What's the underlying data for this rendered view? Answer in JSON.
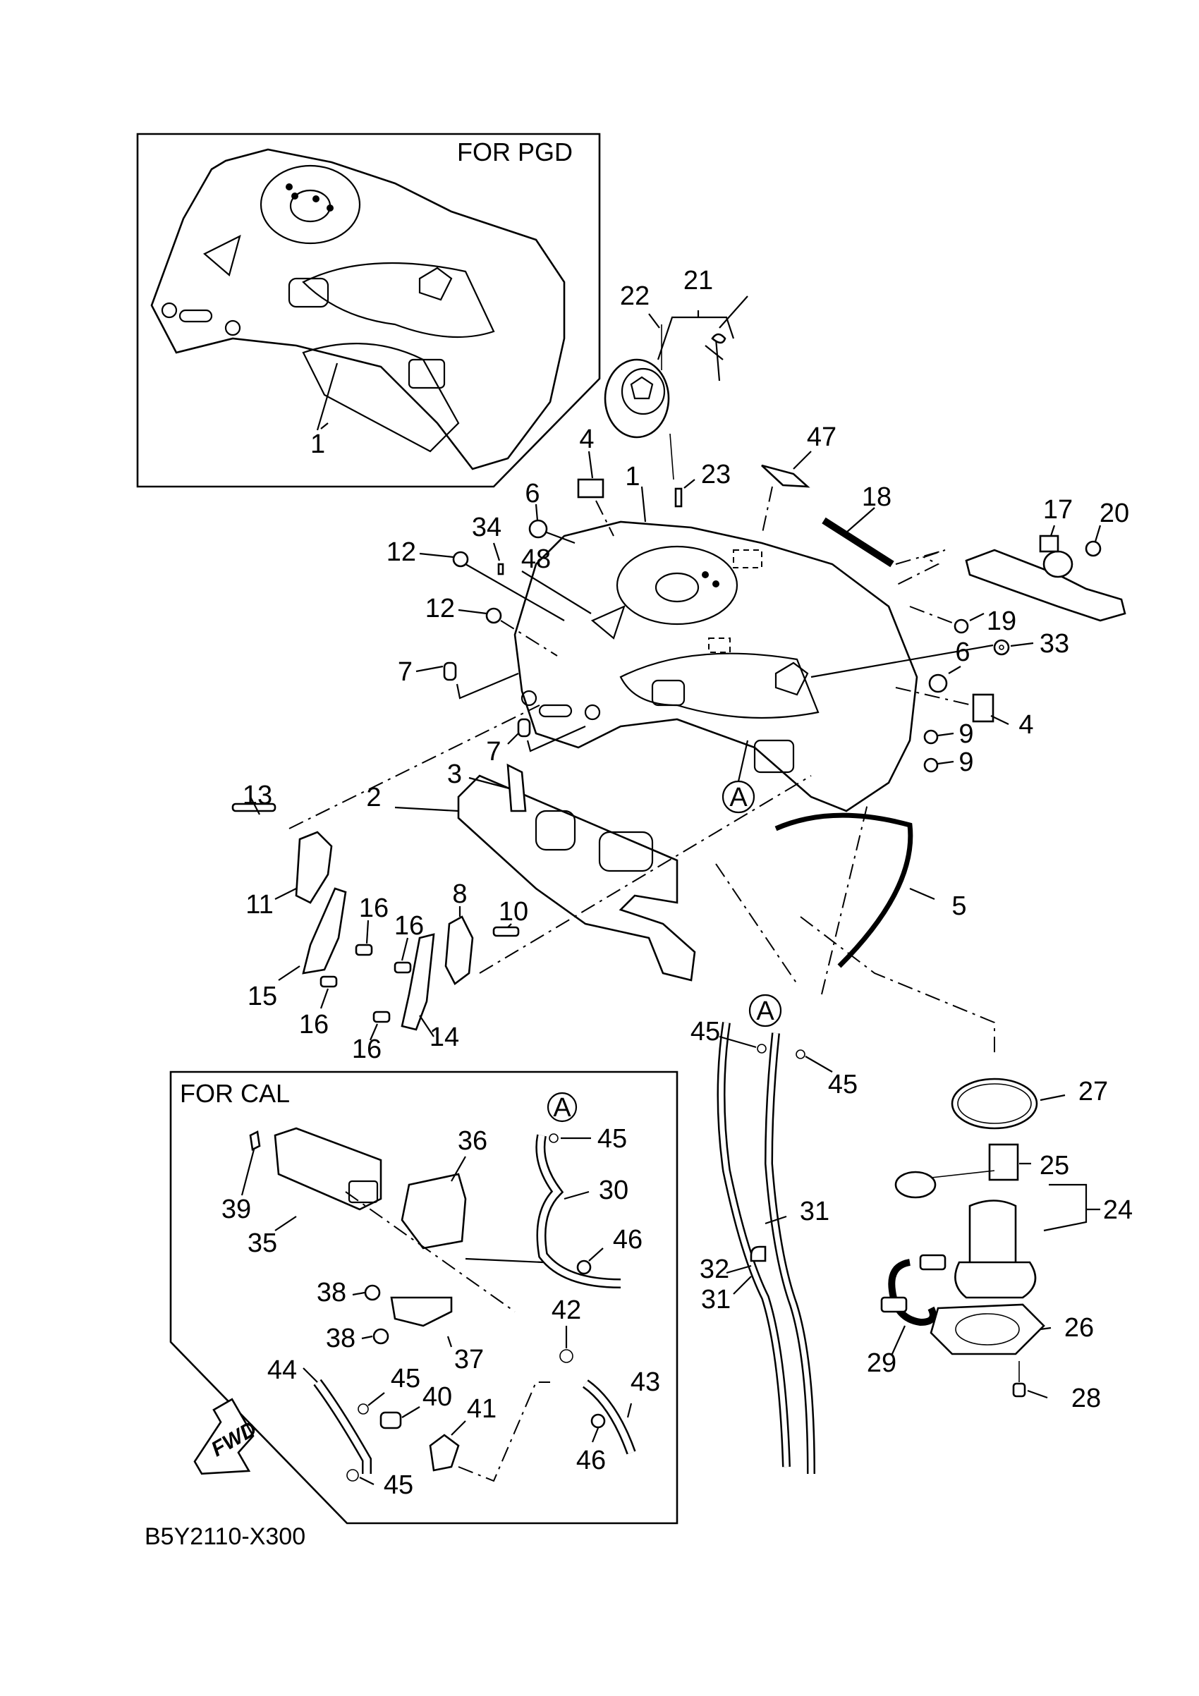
{
  "diagram": {
    "drawing_code": "B5Y2110-X300",
    "insets": {
      "pgd_title": "FOR PGD",
      "cal_title": "FOR CAL"
    },
    "direction_arrow": "FWD",
    "connector_marker": "A",
    "callouts": {
      "pgd_1": "1",
      "c1": "1",
      "c2": "2",
      "c3": "3",
      "c4a": "4",
      "c4b": "4",
      "c5": "5",
      "c6a": "6",
      "c6b": "6",
      "c7a": "7",
      "c7b": "7",
      "c8": "8",
      "c9a": "9",
      "c9b": "9",
      "c10": "10",
      "c11": "11",
      "c12a": "12",
      "c12b": "12",
      "c13": "13",
      "c14": "14",
      "c15": "15",
      "c16a": "16",
      "c16b": "16",
      "c16c": "16",
      "c16d": "16",
      "c17": "17",
      "c18": "18",
      "c19": "19",
      "c20": "20",
      "c21": "21",
      "c22": "22",
      "c23": "23",
      "c24": "24",
      "c25": "25",
      "c26": "26",
      "c27": "27",
      "c28": "28",
      "c29": "29",
      "c31a": "31",
      "c31b": "31",
      "c32": "32",
      "c33": "33",
      "c34": "34",
      "c45a": "45",
      "c45b": "45",
      "c47": "47",
      "c48": "48",
      "cal_30": "30",
      "cal_35": "35",
      "cal_36": "36",
      "cal_37": "37",
      "cal_38a": "38",
      "cal_38b": "38",
      "cal_39": "39",
      "cal_40": "40",
      "cal_41": "41",
      "cal_42": "42",
      "cal_43": "43",
      "cal_44": "44",
      "cal_45a": "45",
      "cal_45b": "45",
      "cal_45c": "45",
      "cal_46a": "46",
      "cal_46b": "46"
    }
  }
}
